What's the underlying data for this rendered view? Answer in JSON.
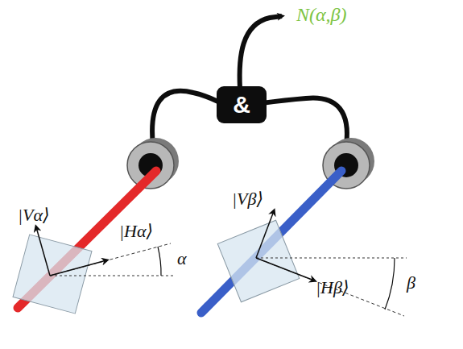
{
  "diagram": {
    "nodes": [
      {
        "text": [
          "&"
        ]
      }
    ],
    "labels": [
      "N(α,β)",
      "|Vα⟩",
      "|Hα⟩",
      "α",
      "|Vβ⟩",
      "|Hβ⟩",
      "β"
    ]
  }
}
